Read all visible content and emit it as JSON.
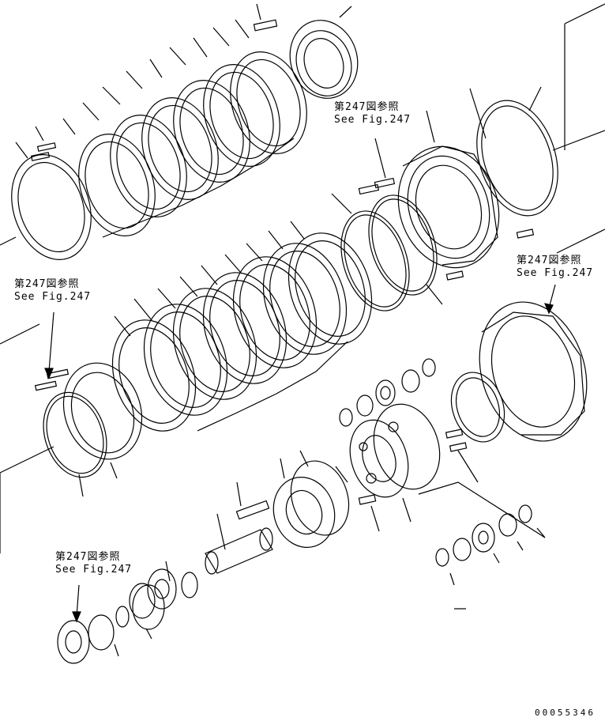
{
  "references": {
    "top": {
      "jp": "第247図参照",
      "en": "See Fig.247"
    },
    "right": {
      "jp": "第247図参照",
      "en": "See Fig.247"
    },
    "left": {
      "jp": "第247図参照",
      "en": "See Fig.247"
    },
    "bottom": {
      "jp": "第247図参照",
      "en": "See Fig.247"
    }
  },
  "diagram_id": "00055346",
  "colors": {
    "line": "#000000",
    "background": "#ffffff"
  }
}
